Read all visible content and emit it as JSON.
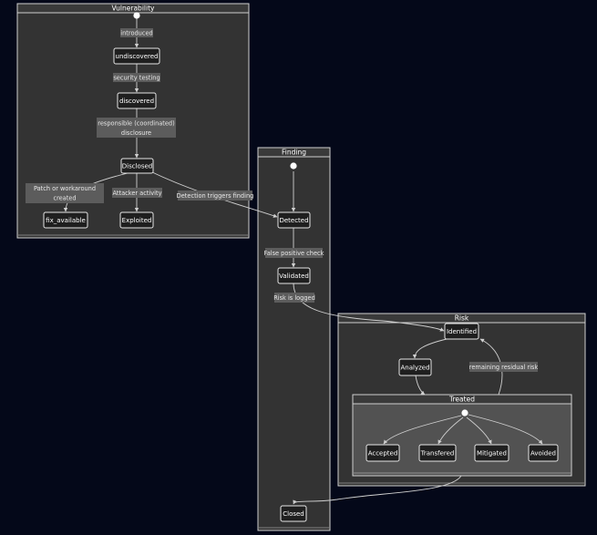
{
  "clusters": {
    "vulnerability": "Vulnerability",
    "finding": "Finding",
    "risk": "Risk",
    "treated": "Treated"
  },
  "nodes": {
    "undiscovered": "undiscovered",
    "discovered": "discovered",
    "disclosed": "Disclosed",
    "fix_available": "fix_available",
    "exploited": "Exploited",
    "detected": "Detected",
    "validated": "Validated",
    "identified": "Identified",
    "analyzed": "Analyzed",
    "accepted": "Accepted",
    "transfered": "Transfered",
    "mitigated": "Mitigated",
    "avoided": "Avoided",
    "closed": "Closed"
  },
  "edge_labels": {
    "introduced": "introduced",
    "security_testing": "security testing",
    "disclosure_1": "responsible (coordinated)",
    "disclosure_2": "disclosure",
    "patch_1": "Patch or workaround",
    "patch_2": "created",
    "attacker": "Attacker activity",
    "detection": "Detection triggers finding",
    "false_positive": "False positive check",
    "risk_logged": "Risk is logged",
    "residual": "remaining residual risk"
  }
}
